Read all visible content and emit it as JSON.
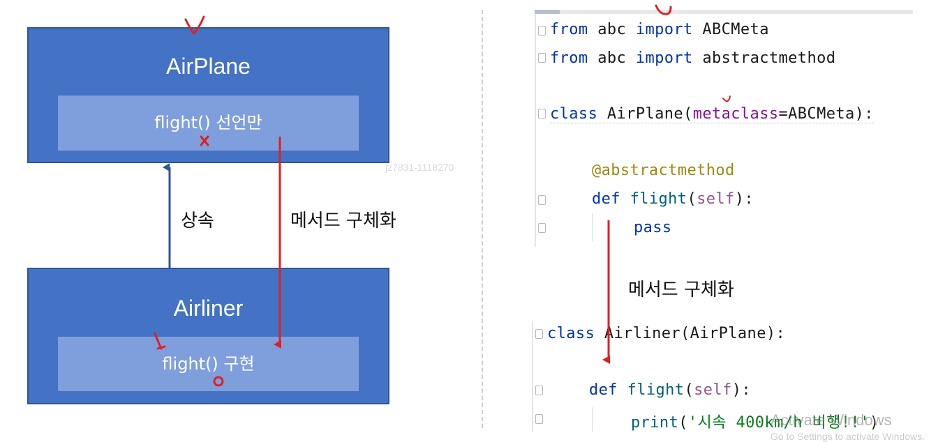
{
  "diagram": {
    "parent_class": {
      "name": "AirPlane",
      "method": "flight() 선언만"
    },
    "child_class": {
      "name": "Airliner",
      "method": "flight() 구현"
    },
    "inheritance_label": "상속",
    "implementation_label": "메서드 구체화",
    "faint_text": "jz7831-1118270",
    "colors": {
      "box": "#4472c4",
      "method_box": "#7f9fdc",
      "arrow_up": "#2f5597",
      "arrow_red": "#e02020"
    }
  },
  "code": {
    "parent": {
      "import1": {
        "kw_from": "from",
        "module": " abc ",
        "kw_import": "import",
        "name": " ABCMeta"
      },
      "import2": {
        "kw_from": "from",
        "module": " abc ",
        "kw_import": "import",
        "name": " abstractmethod"
      },
      "class_line": {
        "kw": "class",
        "name": " AirPlane(",
        "param": "metaclass",
        "rest": "=ABCMeta):"
      },
      "decorator": "@abstractmethod",
      "def_line": {
        "kw": "def",
        "fn": " flight",
        "open": "(",
        "self": "self",
        "close": "):"
      },
      "pass_line": "pass"
    },
    "between_label": "메서드 구체화",
    "child": {
      "class_line": {
        "kw": "class",
        "rest": " Airliner(AirPlane):"
      },
      "def_line": {
        "kw": "def",
        "fn": " flight",
        "open": "(",
        "self": "self",
        "close": "):"
      },
      "print_line": {
        "fn": "print",
        "open": "(",
        "str": "'시속 400km/h 비행!!'",
        "close": ")"
      }
    }
  },
  "watermark": {
    "main": "Activate Windows",
    "sub": "Go to Settings to activate Windows."
  }
}
